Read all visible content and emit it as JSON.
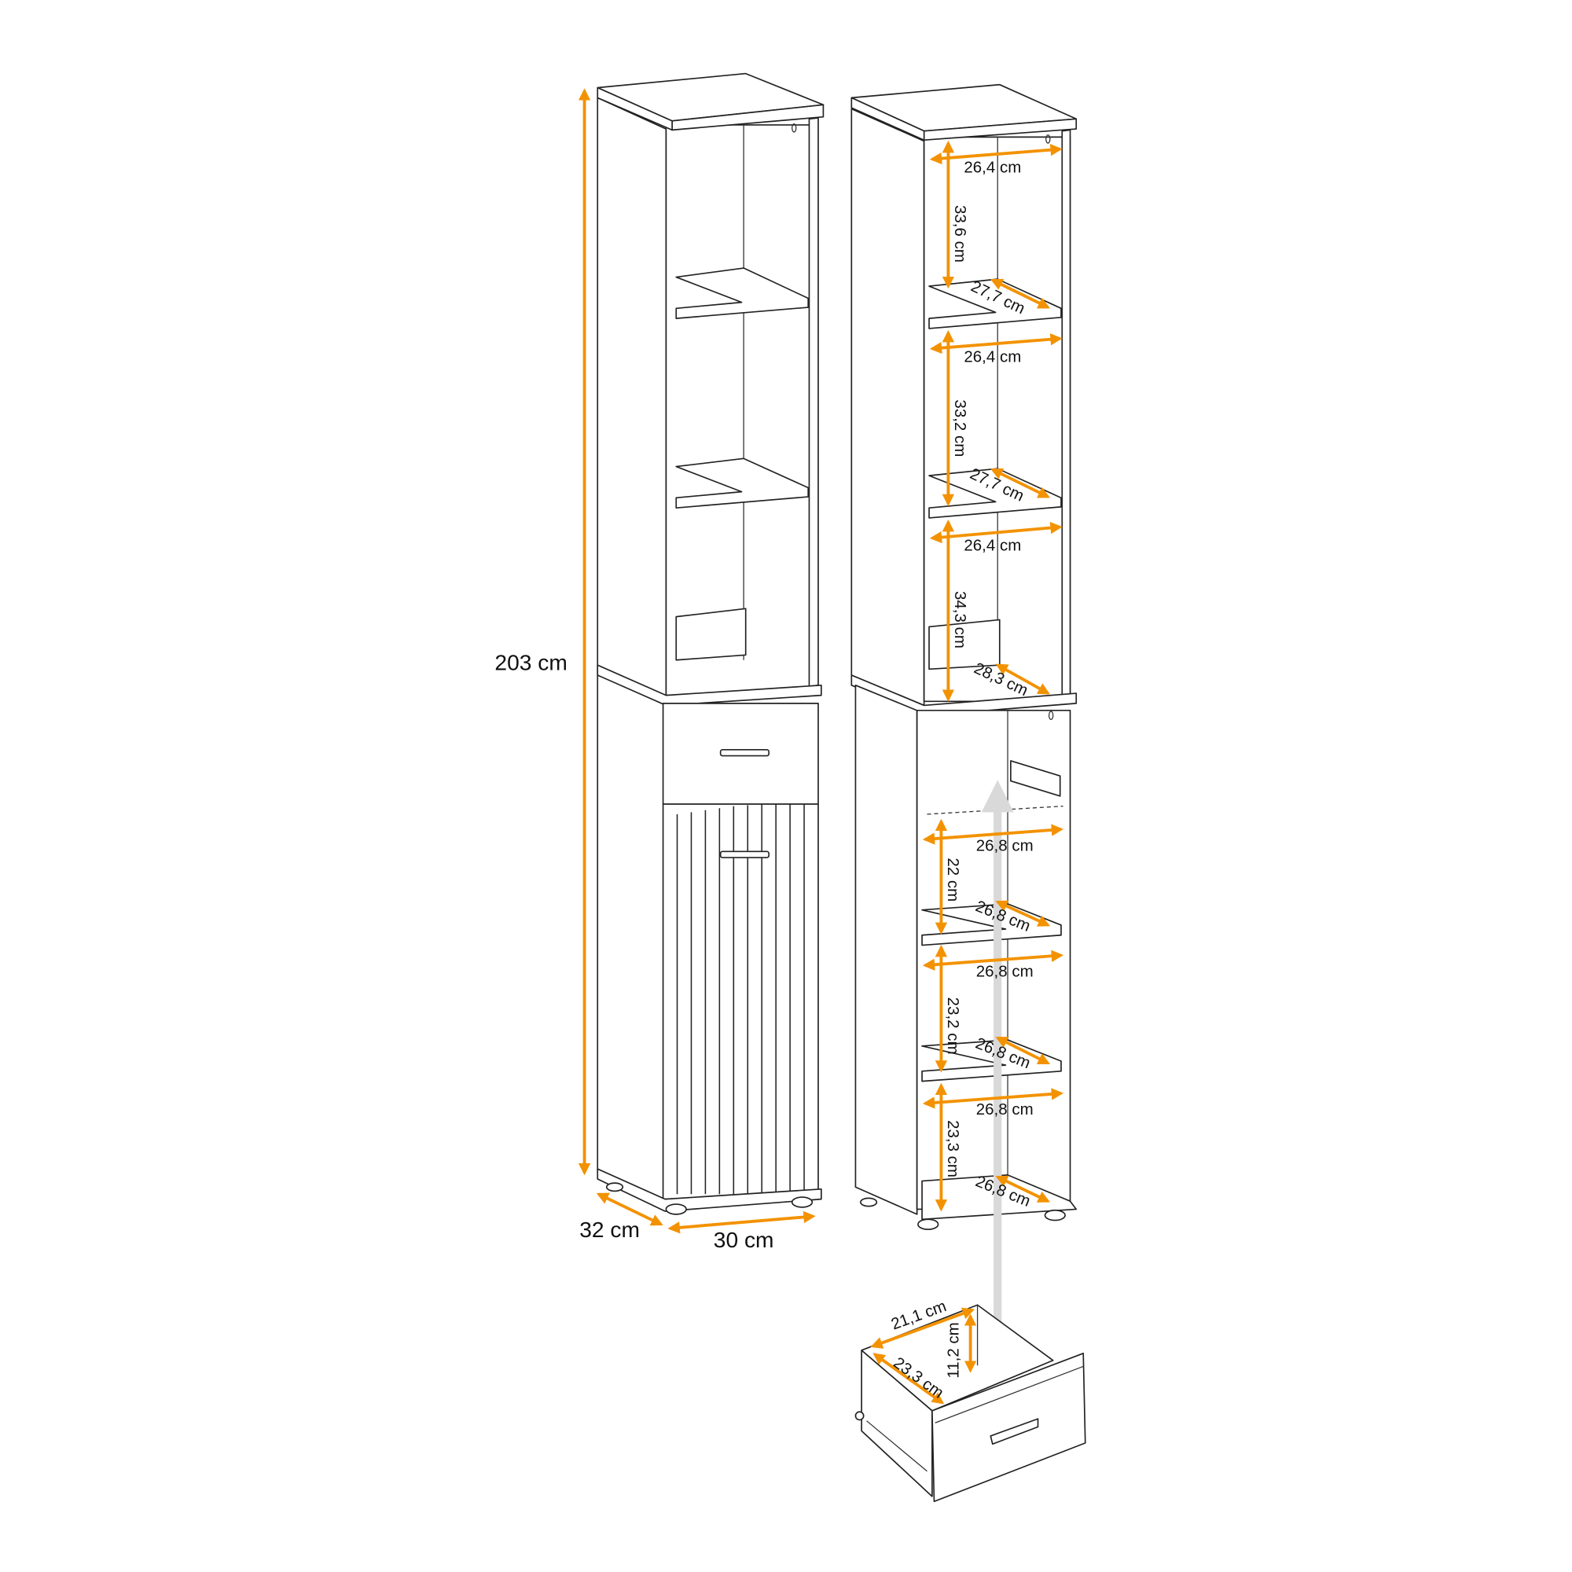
{
  "overall": {
    "height": "203 cm",
    "depth": "32 cm",
    "width": "30 cm"
  },
  "upper_compartments": [
    {
      "width": "26,4 cm",
      "height": "33,6 cm",
      "shelf_depth": "27,7 cm"
    },
    {
      "width": "26,4 cm",
      "height": "33,2 cm",
      "shelf_depth": "27,7 cm"
    },
    {
      "width": "26,4 cm",
      "height": "34,3 cm",
      "shelf_depth": "28,3 cm"
    }
  ],
  "lower_compartments": [
    {
      "width": "26,8 cm",
      "height": "22 cm",
      "shelf_depth": "26,8 cm"
    },
    {
      "width": "26,8 cm",
      "height": "23,2 cm",
      "shelf_depth": "26,8 cm"
    },
    {
      "width": "26,8 cm",
      "height": "23,3 cm",
      "shelf_depth": "26,8 cm"
    }
  ],
  "drawer": {
    "width": "21,1 cm",
    "height": "11,2 cm",
    "depth": "23,3 cm"
  },
  "colors": {
    "dimension": "#F39200",
    "move_arrow": "#D9D9D9",
    "line": "#222222"
  }
}
